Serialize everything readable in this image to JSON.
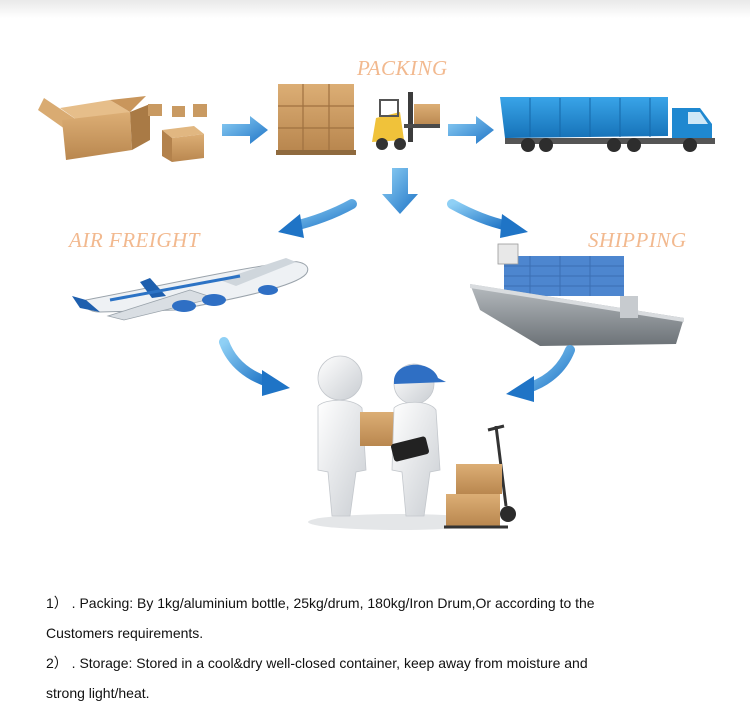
{
  "labels": {
    "packing": "PACKING",
    "air_freight": "AIR FREIGHT",
    "shipping": "SHIPPING"
  },
  "notes": {
    "item1_line1": "1）  . Packing: By 1kg/aluminium bottle, 25kg/drum, 180kg/Iron Drum,Or according to the",
    "item1_line2": "Customers requirements.",
    "item2_line1": "2）  . Storage: Stored in a cool&dry well-closed container, keep away from moisture and",
    "item2_line2": "strong light/heat."
  },
  "colors": {
    "label": "#f2b98f",
    "arrow": "#3a8fd6",
    "box": "#c99a62",
    "truck": "#1f88d0",
    "ship_hull": "#8a8f94",
    "cap": "#2f6fc4"
  },
  "icons": {
    "boxes": "open-cardboard-boxes",
    "pallet": "stacked-carton-pallet",
    "forklift": "forklift",
    "truck": "container-truck",
    "plane": "airliner",
    "ship": "container-ship",
    "people": "delivery-people-figures",
    "trolley": "hand-trolley-with-boxes"
  }
}
